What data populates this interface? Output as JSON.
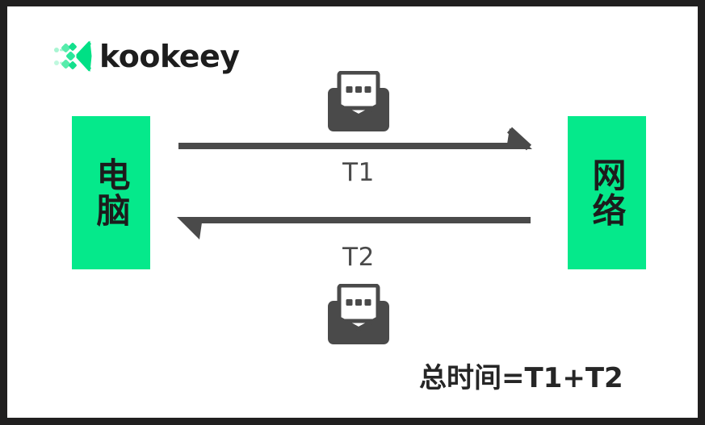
{
  "brand": {
    "name": "kookeey",
    "logo_icon": "kookeey-k-pixel-mark",
    "accent_color": "#05e98b"
  },
  "diagram": {
    "title_alt": "Round trip latency diagram",
    "endpoints": [
      {
        "id": "left",
        "label": "电脑",
        "color": "#05e98b"
      },
      {
        "id": "right",
        "label": "网络",
        "color": "#05e98b"
      }
    ],
    "flows": [
      {
        "id": "t1",
        "label": "T1",
        "direction": "right",
        "from": "电脑",
        "to": "网络",
        "icon": "envelope-open-message-icon",
        "color": "#4a4a4a"
      },
      {
        "id": "t2",
        "label": "T2",
        "direction": "left",
        "from": "网络",
        "to": "电脑",
        "icon": "envelope-open-message-icon",
        "color": "#4a4a4a"
      }
    ],
    "formula": "总时间=T1+T2"
  },
  "style": {
    "frame_color": "#201f1f",
    "canvas_color": "#ffffff",
    "ink_color": "#4a4a4a",
    "text_color": "#1c1c1c"
  }
}
